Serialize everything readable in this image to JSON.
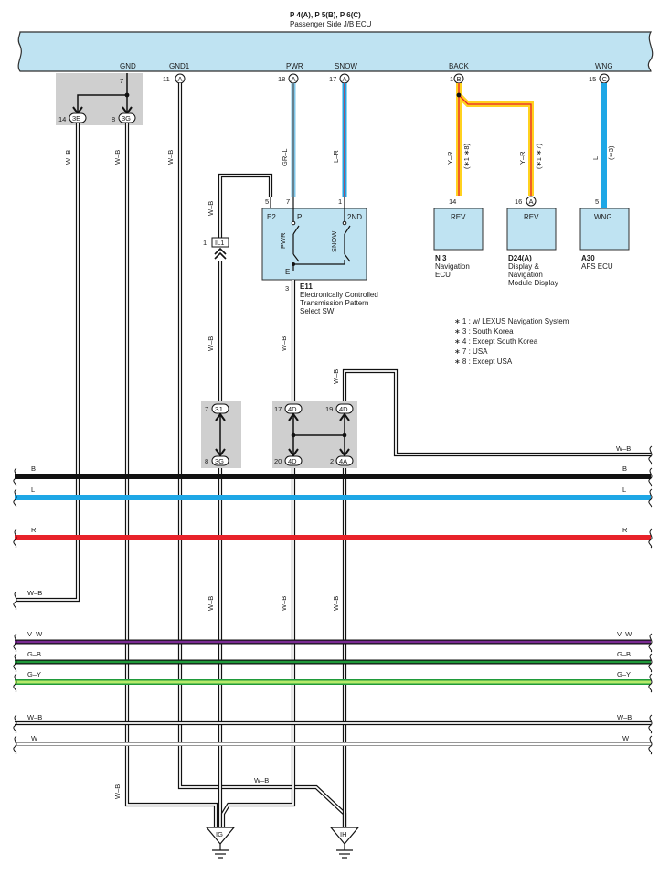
{
  "colors": {
    "ecu_fill": "#bfe3f2",
    "black": "#111111",
    "blue": "#1ea7e6",
    "red": "#e8222a",
    "yellow": "#ffd21f",
    "purple": "#7a2a93",
    "green": "#1f9a3a",
    "lightgreen": "#b6ea6a",
    "gray_box": "#cfcfcf"
  },
  "jb_ecu": {
    "title": "P 4(A), P 5(B), P 6(C)",
    "subtitle": "Passenger Side J/B ECU",
    "terminals": [
      {
        "name": "GND",
        "pin": "7",
        "conn": ""
      },
      {
        "name": "GND1",
        "pin": "11",
        "conn": "A"
      },
      {
        "name": "PWR",
        "pin": "18",
        "conn": "A"
      },
      {
        "name": "SNOW",
        "pin": "17",
        "conn": "A"
      },
      {
        "name": "BACK",
        "pin": "1",
        "conn": "B"
      },
      {
        "name": "WNG",
        "pin": "15",
        "conn": "C"
      }
    ]
  },
  "junctions": [
    {
      "pin": "14",
      "id": "3E"
    },
    {
      "pin": "8",
      "id": "3G"
    },
    {
      "pin": "1",
      "id": "IL1"
    },
    {
      "pin": "7",
      "id": "3J"
    },
    {
      "pin": "8",
      "id": "3G"
    },
    {
      "pin": "17",
      "id": "4D"
    },
    {
      "pin": "19",
      "id": "4D"
    },
    {
      "pin": "20",
      "id": "4D"
    },
    {
      "pin": "2",
      "id": "4A"
    }
  ],
  "wires": {
    "wb": "W–B",
    "grl": "GR–L",
    "lr": "L–R",
    "yr": "Y–R",
    "l": "L",
    "yr_note1": "(∗1 ∗8)",
    "yr_note2": "(∗1 ∗7)",
    "l_note": "(∗3)"
  },
  "switch_e11": {
    "code": "E11",
    "name_lines": [
      "Electronically Controlled",
      "Transmission Pattern",
      "Select SW"
    ],
    "pin_e2": "E2",
    "pin_p": "P",
    "pin_2nd": "2ND",
    "pin_e": "E",
    "num_5": "5",
    "num_7": "7",
    "num_1": "1",
    "num_3": "3",
    "sw_pwr": "PWR",
    "sw_snow": "SNOW"
  },
  "components": [
    {
      "code": "N 3",
      "name_lines": [
        "Navigation",
        "ECU"
      ],
      "terminal": "REV",
      "pin": "14",
      "conn": ""
    },
    {
      "code": "D24(A)",
      "name_lines": [
        "Display &",
        "Navigation",
        "Module Display"
      ],
      "terminal": "REV",
      "pin": "16",
      "conn": "A"
    },
    {
      "code": "A30",
      "name_lines": [
        "AFS ECU"
      ],
      "terminal": "WNG",
      "pin": "5",
      "conn": ""
    }
  ],
  "notes": [
    "∗ 1 : w/ LEXUS Navigation System",
    "∗ 3 : South Korea",
    "∗ 4 : Except South Korea",
    "∗ 7 : USA",
    "∗ 8 : Except USA"
  ],
  "buses": [
    {
      "left": "B",
      "right": "B",
      "color": "black"
    },
    {
      "left": "L",
      "right": "L",
      "color": "blue"
    },
    {
      "left": "R",
      "right": "R",
      "color": "red"
    },
    {
      "left": "W–B",
      "right": "",
      "color": "wb"
    },
    {
      "left": "V–W",
      "right": "V–W",
      "color": "purple"
    },
    {
      "left": "G–B",
      "right": "G–B",
      "color": "green"
    },
    {
      "left": "G–Y",
      "right": "G–Y",
      "color": "lightgreen"
    },
    {
      "left": "W–B",
      "right": "W–B",
      "color": "wb"
    },
    {
      "left": "W",
      "right": "W",
      "color": "w"
    }
  ],
  "grounds": [
    {
      "label": "IG"
    },
    {
      "label": "IH"
    }
  ]
}
